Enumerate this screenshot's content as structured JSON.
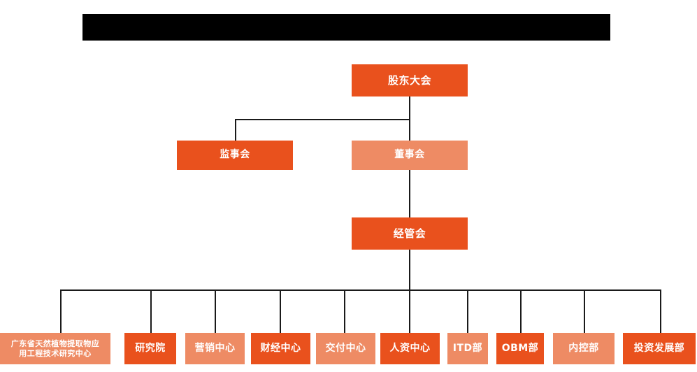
{
  "diagram": {
    "type": "org-chart",
    "title_banner": {
      "label": "",
      "redacted": true,
      "color": "#000000"
    },
    "background_color": "#ffffff",
    "palette": {
      "bright_orange": "#E9511D",
      "light_orange": "#EE8B64",
      "line_color": "#1a1a1a",
      "text_color": "#ffffff"
    },
    "levels": [
      {
        "level": 1,
        "nodes": [
          {
            "id": "shareholders",
            "label": "股东大会",
            "color": "bright"
          }
        ]
      },
      {
        "level": 2,
        "nodes": [
          {
            "id": "supervisors",
            "label": "监事会",
            "color": "bright"
          },
          {
            "id": "directors",
            "label": "董事会",
            "color": "light"
          }
        ]
      },
      {
        "level": 3,
        "nodes": [
          {
            "id": "management",
            "label": "经管会",
            "color": "bright"
          }
        ]
      },
      {
        "level": 4,
        "nodes": [
          {
            "id": "eng-center",
            "label": "广东省天然植物提取物应\n用工程技术研究中心",
            "color": "light"
          },
          {
            "id": "research-institute",
            "label": "研究院",
            "color": "bright"
          },
          {
            "id": "marketing-center",
            "label": "营销中心",
            "color": "light"
          },
          {
            "id": "finance-center",
            "label": "财经中心",
            "color": "bright"
          },
          {
            "id": "delivery-center",
            "label": "交付中心",
            "color": "light"
          },
          {
            "id": "hr-center",
            "label": "人资中心",
            "color": "bright"
          },
          {
            "id": "itd-dept",
            "label": "ITD部",
            "color": "light"
          },
          {
            "id": "obm-dept",
            "label": "OBM部",
            "color": "bright"
          },
          {
            "id": "internal-control-dept",
            "label": "内控部",
            "color": "light"
          },
          {
            "id": "investment-dev-dept",
            "label": "投资发展部",
            "color": "bright"
          }
        ]
      }
    ],
    "connections": [
      {
        "from": "shareholders",
        "to": "supervisors"
      },
      {
        "from": "shareholders",
        "to": "directors"
      },
      {
        "from": "directors",
        "to": "management"
      },
      {
        "from": "management",
        "to": "eng-center"
      },
      {
        "from": "management",
        "to": "research-institute"
      },
      {
        "from": "management",
        "to": "marketing-center"
      },
      {
        "from": "management",
        "to": "finance-center"
      },
      {
        "from": "management",
        "to": "delivery-center"
      },
      {
        "from": "management",
        "to": "hr-center"
      },
      {
        "from": "management",
        "to": "itd-dept"
      },
      {
        "from": "management",
        "to": "obm-dept"
      },
      {
        "from": "management",
        "to": "internal-control-dept"
      },
      {
        "from": "management",
        "to": "investment-dev-dept"
      }
    ]
  }
}
